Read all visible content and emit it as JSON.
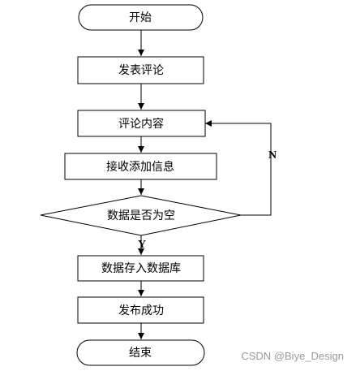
{
  "flowchart": {
    "start": "开始",
    "publish_comment": "发表评论",
    "comment_content": "评论内容",
    "receive_info": "接收添加信息",
    "decision": "数据是否为空",
    "branch_yes": "Y",
    "branch_no": "N",
    "store_data": "数据存入数据库",
    "publish_success": "发布成功",
    "end": "结束"
  },
  "watermark": "CSDN @Biye_Design"
}
